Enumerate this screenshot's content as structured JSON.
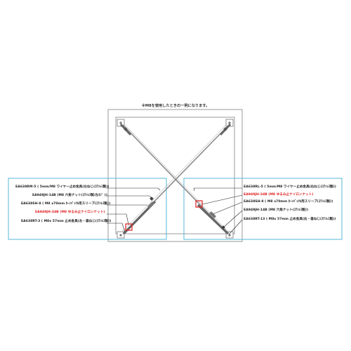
{
  "note": "※M8を使用したときの一例になります。",
  "left_labels": [
    {
      "text": "EA638RM-5 ( 5mm/M8 ワイヤー止め金具(左ねじ(ｽﾃﾝﾚｽ製))",
      "highlight": false
    },
    {
      "text": "EA949JH-14B (M8 六角ナット(ｽﾃﾝﾚｽ製/左ﾈｼﾞ ))",
      "highlight": false
    },
    {
      "text": "EA638SH-8 ( M8 x70mm ﾀｰﾝﾊﾞｯｸﾙ用スリーブ(ｽﾃﾝﾚｽ製))",
      "highlight": false
    },
    {
      "text": "EA949JH-34B (M8 ゆるみ止ナイロンナット)",
      "highlight": true
    },
    {
      "text": "EA638RT-3 ( M8x 57mm 止め金具(左・雄ねじ(ｽﾃﾝﾚｽ製))",
      "highlight": false
    }
  ],
  "right_labels": [
    {
      "text": "EA638RL-5 ( 5mm/M8 ワイヤー止め金具(右ねじ(ｽﾃﾝﾚｽ製))",
      "highlight": false
    },
    {
      "text": "EA949JH-34B (M8 ゆるみ止ナイロンナット)",
      "highlight": true
    },
    {
      "text": "EA638SH-8 ( M8 x70mm ﾀｰﾝﾊﾞｯｸﾙ用スリーブ(ｽﾃﾝﾚｽ製))",
      "highlight": false
    },
    {
      "text": "EA949JH-14B (M8 六角ナット(ｽﾃﾝﾚｽ製))",
      "highlight": false
    },
    {
      "text": "EA638RT-13 ( M8x 57mm 止め金具(右・雄ねじ(ｽﾃﾝﾚｽ製))",
      "highlight": false
    }
  ],
  "colors": {
    "frame": "#999999",
    "callout_box": "#55b8d8",
    "wire": "#8a8a8a",
    "highlight": "#e02020",
    "text": "#222222"
  }
}
